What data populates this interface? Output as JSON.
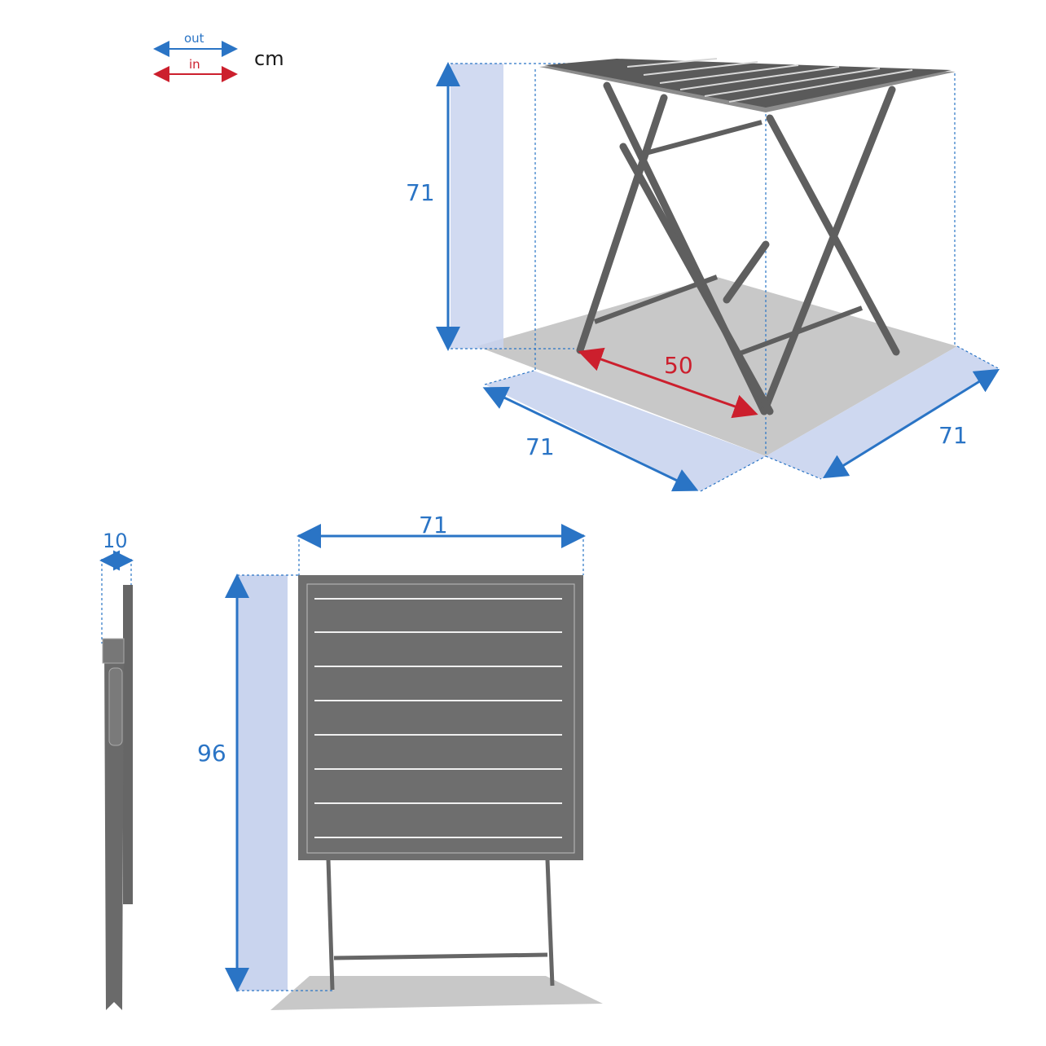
{
  "legend": {
    "out_label": "out",
    "in_label": "in",
    "unit": "cm",
    "out_color": "#2a74c5",
    "in_color": "#cc1f2d"
  },
  "colors": {
    "dimension_blue": "#2a74c5",
    "dimension_red": "#cc1f2d",
    "band_fill": "#c9d4ee",
    "table_gray": "#6a6a6a",
    "floor_gray": "#c8c8c8"
  },
  "views": {
    "perspective": {
      "height": "71",
      "depth": "71",
      "width": "71",
      "inner_leg_span": "50"
    },
    "folded_side": {
      "thickness": "10"
    },
    "folded_front": {
      "width": "71",
      "height": "96"
    }
  }
}
